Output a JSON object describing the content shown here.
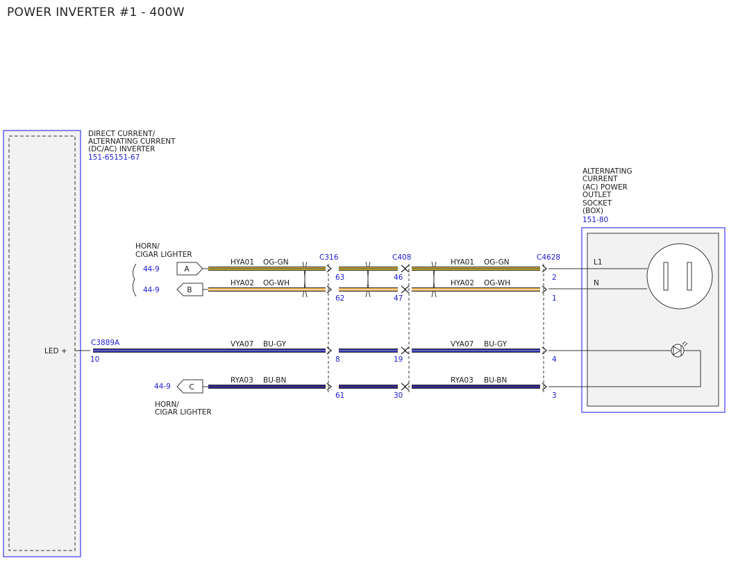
{
  "title": "POWER INVERTER #1 - 400W",
  "inverter": {
    "name_lines": [
      "DIRECT CURRENT/",
      "ALTERNATING CURRENT",
      "(DC/AC) INVERTER"
    ],
    "ref": "151-65151-67",
    "pin_label": "LED +",
    "connector": "C3889A",
    "connector_pin": "10"
  },
  "outlet": {
    "name_lines": [
      "ALTERNATING",
      "CURRENT",
      "(AC) POWER",
      "OUTLET",
      "SOCKET",
      "(BOX)"
    ],
    "ref": "151-80",
    "terminals": [
      "L1",
      "N"
    ]
  },
  "horn": {
    "label_lines": [
      "HORN/",
      "CIGAR LIGHTER"
    ],
    "refs": [
      "44-9",
      "44-9",
      "44-9"
    ],
    "terminals": [
      "A",
      "B",
      "C"
    ]
  },
  "connectors": {
    "c316": "C316",
    "c408": "C408",
    "c4628": "C4628"
  },
  "wires": [
    {
      "circuit": "HYA01",
      "color_code": "OG-GN",
      "color_main": "#e8a33c",
      "color_stripe": "#3a7a2a",
      "pins": {
        "c316": "63",
        "c408": "46",
        "c4628": "2"
      }
    },
    {
      "circuit": "HYA02",
      "color_code": "OG-WH",
      "color_main": "#e8a33c",
      "color_stripe": "#fff4d8",
      "pins": {
        "c316": "62",
        "c408": "47",
        "c4628": "1"
      }
    },
    {
      "circuit": "VYA07",
      "color_code": "BU-GY",
      "color_main": "#2020b8",
      "color_stripe": "#9090a8",
      "pins": {
        "c316": "8",
        "c408": "19",
        "c4628": "4"
      }
    },
    {
      "circuit": "RYA03",
      "color_code": "BU-BN",
      "color_main": "#2020b8",
      "color_stripe": "#5a3a1a",
      "pins": {
        "c316": "61",
        "c408": "30",
        "c4628": "3"
      }
    }
  ],
  "colors": {
    "connector_ref": "#1a1ad0",
    "box_border": "#3a3aff",
    "box_fill": "#f2f2f2"
  }
}
